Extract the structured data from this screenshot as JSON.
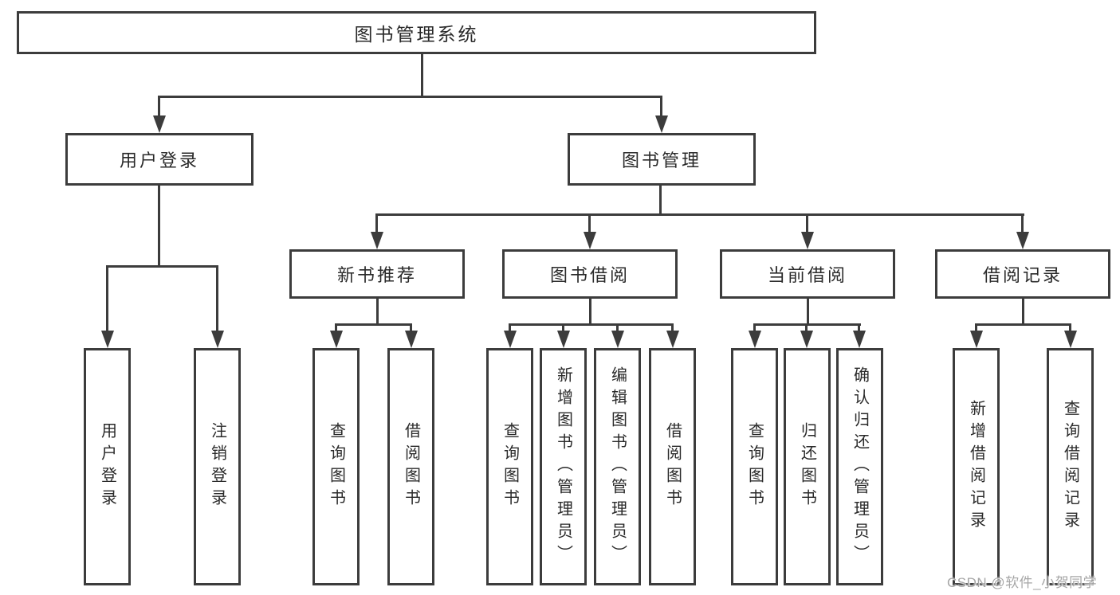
{
  "tree": {
    "label": "图书管理系统",
    "children": [
      {
        "label": "用户登录",
        "children": [
          {
            "label": "用户登录"
          },
          {
            "label": "注销登录"
          }
        ]
      },
      {
        "label": "图书管理",
        "children": [
          {
            "label": "新书推荐",
            "children": [
              {
                "label": "查询图书"
              },
              {
                "label": "借阅图书"
              }
            ]
          },
          {
            "label": "图书借阅",
            "children": [
              {
                "label": "查询图书"
              },
              {
                "label": "新增图书（管理员）"
              },
              {
                "label": "编辑图书（管理员）"
              },
              {
                "label": "借阅图书"
              }
            ]
          },
          {
            "label": "当前借阅",
            "children": [
              {
                "label": "查询图书"
              },
              {
                "label": "归还图书"
              },
              {
                "label": "确认归还（管理员）"
              }
            ]
          },
          {
            "label": "借阅记录",
            "children": [
              {
                "label": "新增借阅记录"
              },
              {
                "label": "查询借阅记录"
              }
            ]
          }
        ]
      }
    ]
  },
  "watermark": {
    "text": "CSDN @软件_小贺同学"
  },
  "colors": {
    "line": "#3c3c3c",
    "text": "#2a2a2a",
    "background": "#ffffff",
    "watermark": "#a6a6a6"
  }
}
